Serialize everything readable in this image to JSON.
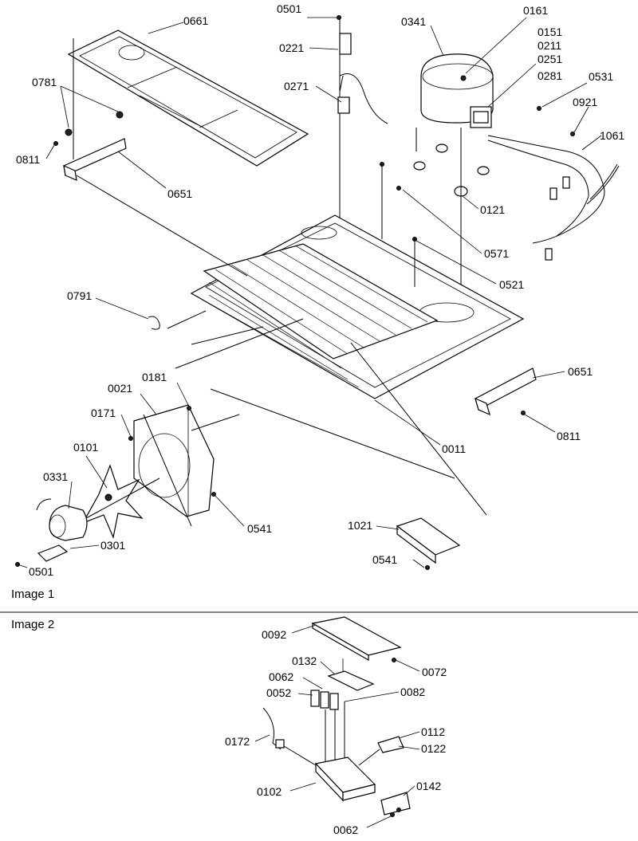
{
  "image1": {
    "caption": "Image 1",
    "labels": {
      "l0501a": "0501",
      "l0161": "0161",
      "l0341": "0341",
      "l0151": "0151",
      "l0211": "0211",
      "l0251": "0251",
      "l0281": "0281",
      "l0531": "0531",
      "l0921": "0921",
      "l1061": "1061",
      "l0661": "0661",
      "l0221": "0221",
      "l0271": "0271",
      "l0781": "0781",
      "l0811a": "0811",
      "l0651a": "0651",
      "l0121": "0121",
      "l0571": "0571",
      "l0521": "0521",
      "l0791": "0791",
      "l0651b": "0651",
      "l0811b": "0811",
      "l0181": "0181",
      "l0021": "0021",
      "l0171": "0171",
      "l0011": "0011",
      "l0101": "0101",
      "l0331": "0331",
      "l0301": "0301",
      "l0541a": "0541",
      "l1021": "1021",
      "l0541b": "0541",
      "l0501b": "0501"
    }
  },
  "image2": {
    "caption": "Image 2",
    "labels": {
      "l0092": "0092",
      "l0072": "0072",
      "l0132": "0132",
      "l0062a": "0062",
      "l0052": "0052",
      "l0082": "0082",
      "l0172": "0172",
      "l0112": "0112",
      "l0122": "0122",
      "l0102": "0102",
      "l0142": "0142",
      "l0062b": "0062"
    }
  }
}
